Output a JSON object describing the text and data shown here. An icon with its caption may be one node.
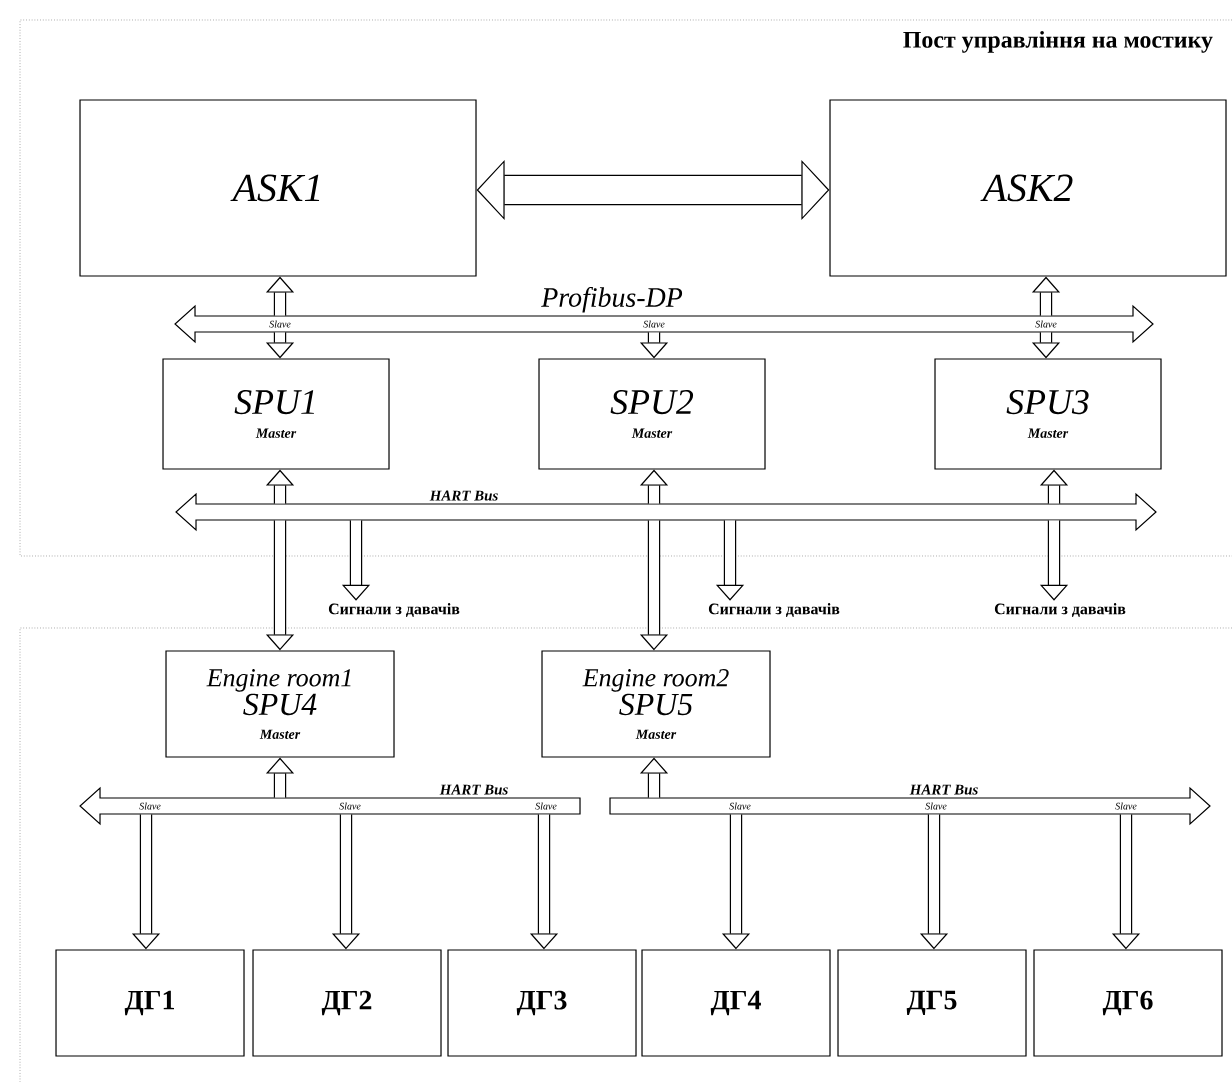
{
  "diagram": {
    "nodes": [
      {
        "text": [
          "Пост управління на мостику"
        ]
      },
      {
        "text": [
          "ASK1"
        ],
        "in": 0
      },
      {
        "text": [
          "ASK2"
        ],
        "in": 0
      },
      {
        "text": [
          "Profibus-DP"
        ],
        "in": 0
      },
      {
        "text": [
          "SPU1",
          "Master"
        ],
        "in": 0
      },
      {
        "text": [
          "SPU2",
          "Master"
        ],
        "in": 0
      },
      {
        "text": [
          "SPU3",
          "Master"
        ],
        "in": 0
      },
      {
        "text": [
          "HART Bus"
        ],
        "in": 0
      },
      {
        "text": [
          "Сигнали з давачів"
        ]
      },
      {
        "text": [
          "Сигнали з давачів"
        ]
      },
      {
        "text": [
          "Сигнали з давачів"
        ]
      },
      {
        "text": [
          "Engine room1",
          "SPU4",
          "Master"
        ]
      },
      {
        "text": [
          "Engine room2",
          "SPU5",
          "Master"
        ]
      },
      {
        "text": [
          "HART Bus"
        ]
      },
      {
        "text": [
          "HART Bus"
        ]
      },
      {
        "text": [
          "ДГ1"
        ]
      },
      {
        "text": [
          "ДГ2"
        ]
      },
      {
        "text": [
          "ДГ3"
        ]
      },
      {
        "text": [
          "ДГ4"
        ]
      },
      {
        "text": [
          "ДГ5"
        ]
      },
      {
        "text": [
          "ДГ6"
        ]
      }
    ],
    "edges": [
      {
        "from": 1,
        "to": 2,
        "arrow": "both",
        "style": "thick"
      },
      {
        "from": 3,
        "to": 1,
        "arrow": "to"
      },
      {
        "from": 3,
        "to": 2,
        "arrow": "to"
      },
      {
        "from": 3,
        "to": 4,
        "arrow": "to"
      },
      {
        "from": 3,
        "to": 5,
        "arrow": "to"
      },
      {
        "from": 3,
        "to": 6,
        "arrow": "to"
      },
      {
        "from": 7,
        "to": 4,
        "arrow": "to"
      },
      {
        "from": 7,
        "to": 5,
        "arrow": "to"
      },
      {
        "from": 7,
        "to": 6,
        "arrow": "to"
      },
      {
        "from": 7,
        "to": 8,
        "arrow": "to"
      },
      {
        "from": 7,
        "to": 9,
        "arrow": "to"
      },
      {
        "from": 7,
        "to": 10,
        "arrow": "to"
      },
      {
        "from": 7,
        "to": 11,
        "arrow": "to"
      },
      {
        "from": 7,
        "to": 12,
        "arrow": "to"
      },
      {
        "from": 13,
        "to": 11,
        "arrow": "to"
      },
      {
        "from": 14,
        "to": 12,
        "arrow": "to"
      },
      {
        "from": 13,
        "to": 15,
        "arrow": "to"
      },
      {
        "from": 13,
        "to": 16,
        "arrow": "to"
      },
      {
        "from": 13,
        "to": 17,
        "arrow": "to"
      },
      {
        "from": 14,
        "to": 18,
        "arrow": "to"
      },
      {
        "from": 14,
        "to": 19,
        "arrow": "to"
      },
      {
        "from": 14,
        "to": 20,
        "arrow": "to"
      }
    ],
    "labels": [
      "Slave",
      "Slave",
      "Slave",
      "Slave",
      "Slave",
      "Slave",
      "Slave",
      "Slave",
      "Slave"
    ]
  }
}
